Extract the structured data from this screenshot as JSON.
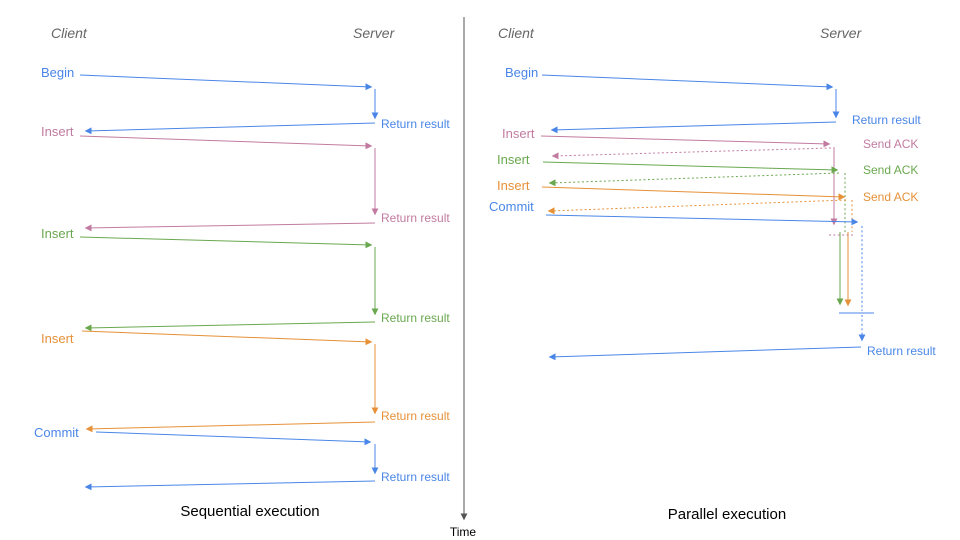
{
  "colors": {
    "blue": "#4a86e8",
    "pink": "#c27ba0",
    "green": "#6aa84f",
    "orange": "#e69138",
    "header_gray": "#666666",
    "axis_gray": "#555555",
    "black": "#000000"
  },
  "sequential": {
    "client_header": "Client",
    "server_header": "Server",
    "caption": "Sequential execution",
    "ops": [
      {
        "label": "Begin",
        "result": "Return result"
      },
      {
        "label": "Insert",
        "result": "Return result"
      },
      {
        "label": "Insert",
        "result": "Return result"
      },
      {
        "label": "Insert",
        "result": "Return result"
      },
      {
        "label": "Commit",
        "result": "Return result"
      }
    ]
  },
  "parallel": {
    "client_header": "Client",
    "server_header": "Server",
    "caption": "Parallel execution",
    "ops": [
      {
        "label": "Begin",
        "result": "Return result"
      },
      {
        "label": "Insert",
        "ack": "Send ACK"
      },
      {
        "label": "Insert",
        "ack": "Send ACK"
      },
      {
        "label": "Insert",
        "ack": "Send ACK"
      },
      {
        "label": "Commit",
        "result": "Return result"
      }
    ]
  },
  "time_axis": {
    "label": "Time"
  }
}
